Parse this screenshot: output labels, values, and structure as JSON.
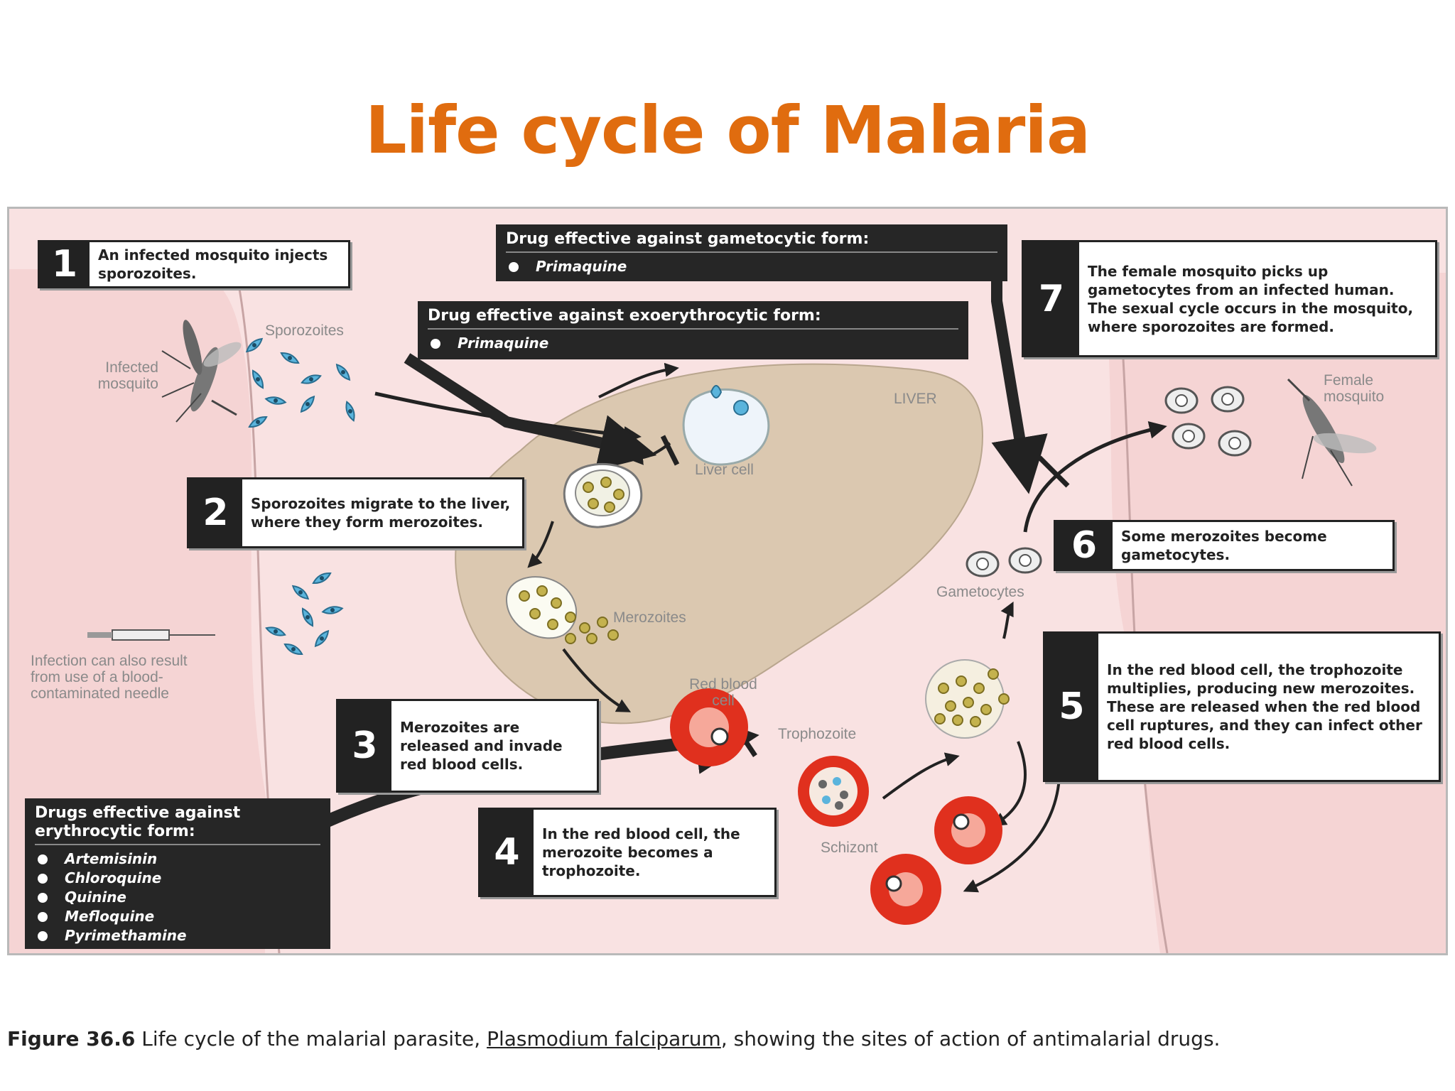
{
  "title": "Life cycle of Malaria",
  "colors": {
    "title": "#e06c0f",
    "panel_bg": "#f9e2e2",
    "liver": "#dbc8b0",
    "rbc": "#e0301e",
    "sporozoite": "#5ab4dc"
  },
  "labels": {
    "sporozoites": "Sporozoites",
    "infected_mosquito": "Infected mosquito",
    "liver": "LIVER",
    "liver_cell": "Liver cell",
    "merozoites": "Merozoites",
    "red_blood_cell": "Red blood cell",
    "trophozoite": "Trophozoite",
    "schizont": "Schizont",
    "gametocytes": "Gametocytes",
    "female_mosquito": "Female mosquito",
    "needle": "Infection can also result from use of a blood-contaminated needle"
  },
  "steps": [
    {
      "num": "1",
      "text": "An infected mosquito injects sporozoites."
    },
    {
      "num": "2",
      "text": "Sporozoites migrate to the liver, where they form merozoites."
    },
    {
      "num": "3",
      "text": "Merozoites are released and invade red blood cells."
    },
    {
      "num": "4",
      "text": "In the red blood cell, the merozoite becomes a trophozoite."
    },
    {
      "num": "5",
      "text": "In the red blood cell, the trophozoite multiplies, producing new merozoites. These are released when the red blood cell ruptures, and they can infect other red blood cells."
    },
    {
      "num": "6",
      "text": "Some merozoites become gametocytes."
    },
    {
      "num": "7",
      "text": "The female mosquito picks up gametocytes from an infected human. The sexual cycle occurs in the mosquito, where sporozoites are formed."
    }
  ],
  "drugs": {
    "gametocytic": {
      "title": "Drug effective against gametocytic form:",
      "items": [
        "Primaquine"
      ]
    },
    "exoerythrocytic": {
      "title": "Drug effective against exoerythrocytic form:",
      "items": [
        "Primaquine"
      ]
    },
    "erythrocytic": {
      "title": "Drugs effective against erythrocytic form:",
      "items": [
        "Artemisinin",
        "Chloroquine",
        "Quinine",
        "Mefloquine",
        "Pyrimethamine"
      ]
    }
  },
  "caption": {
    "label": "Figure 36.6",
    "text_before": " Life cycle of the malarial parasite, ",
    "organism": "Plasmodium falciparum",
    "text_after": ", showing the sites of action of antimalarial drugs."
  }
}
